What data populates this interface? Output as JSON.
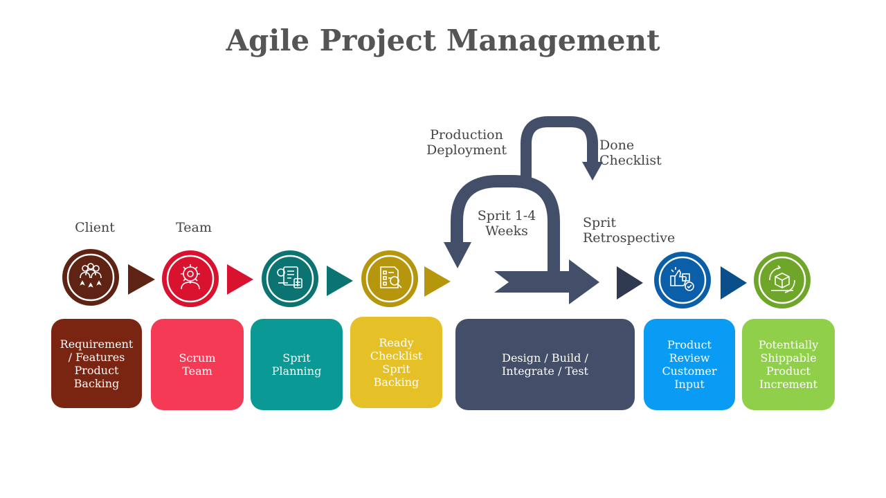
{
  "title": "Agile Project Management",
  "labels": {
    "client": "Client",
    "team": "Team",
    "production_deployment": "Production\nDeployment",
    "done_checklist": "Done Checklist",
    "sprint_weeks": "Sprit 1-4\nWeeks",
    "sprint_retrospective": "Sprit\nRetrospective"
  },
  "boxes": [
    {
      "text": "Requirement\n/ Features\nProduct\nBacking",
      "color": "#7a2512"
    },
    {
      "text": "Scrum\nTeam",
      "color": "#f43a55"
    },
    {
      "text": "Sprit\nPlanning",
      "color": "#0a9994"
    },
    {
      "text": "Ready\nChecklist\nSprit\nBacking",
      "color": "#e6c027"
    },
    {
      "text": "Design / Build /\nIntegrate / Test",
      "color": "#434f68"
    },
    {
      "text": "Product\nReview\nCustomer\nInput",
      "color": "#0a9cf5"
    },
    {
      "text": "Potentially\nShippable\nProduct\nIncrement",
      "color": "#8fcf4a"
    }
  ],
  "icons": [
    {
      "name": "team-people-icon",
      "color": "#5e2312"
    },
    {
      "name": "gear-person-icon",
      "color": "#d8122f"
    },
    {
      "name": "planning-document-icon",
      "color": "#0b7371"
    },
    {
      "name": "checklist-search-icon",
      "color": "#b6960d"
    },
    {
      "name": "product-review-icon",
      "color": "#0a5fa8"
    },
    {
      "name": "shippable-box-icon",
      "color": "#6fa62a"
    }
  ],
  "arrow_color": "#434f68"
}
